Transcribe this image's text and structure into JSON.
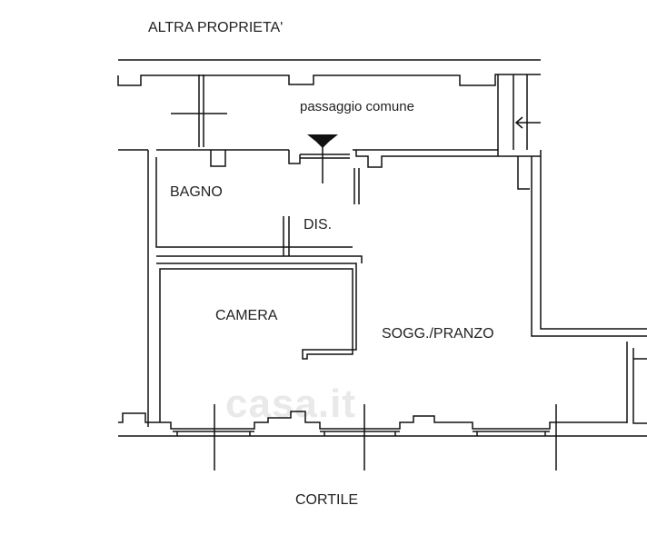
{
  "labels": {
    "top_neighbor": "ALTRA PROPRIETA'",
    "corridor": "passaggio comune",
    "bathroom": "BAGNO",
    "hallway": "DIS.",
    "bedroom": "CAMERA",
    "living": "SOGG./PRANZO",
    "courtyard": "CORTILE"
  },
  "watermark": "casa.it",
  "colors": {
    "line": "#111111",
    "background": "#ffffff",
    "watermark": "#e9e9e9"
  }
}
